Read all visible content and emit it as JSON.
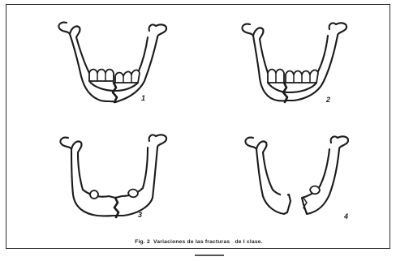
{
  "caption": "Fig. 2  Variaciones de las fracturas   de I clase.",
  "figures": [
    {
      "number": "1",
      "fracture": "central-with-teeth"
    },
    {
      "number": "2",
      "fracture": "paramedian-with-teeth"
    },
    {
      "number": "3",
      "fracture": "central-edentulous"
    },
    {
      "number": "4",
      "fracture": "displaced-edentulous"
    }
  ]
}
